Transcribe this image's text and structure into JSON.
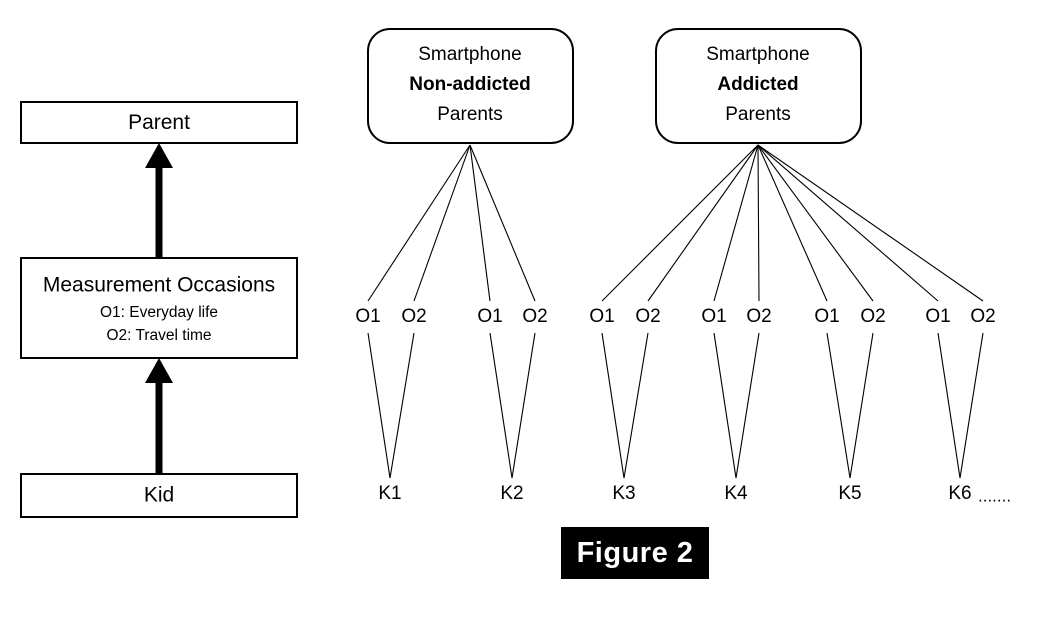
{
  "figure": {
    "caption": "Figure 2"
  },
  "left_panel": {
    "boxes": [
      {
        "id": "parent",
        "title": "Parent",
        "sublines": []
      },
      {
        "id": "measurement-occasions",
        "title": "Measurement Occasions",
        "sublines": [
          "O1: Everyday life",
          "O2: Travel time"
        ]
      },
      {
        "id": "kid",
        "title": "Kid",
        "sublines": []
      }
    ],
    "arrows": [
      {
        "from": "kid",
        "to": "measurement-occasions",
        "direction": "up"
      },
      {
        "from": "measurement-occasions",
        "to": "parent",
        "direction": "up"
      }
    ]
  },
  "right_panel": {
    "groups": [
      {
        "id": "non-addicted",
        "line1": "Smartphone",
        "line2": "Non-addicted",
        "line3": "Parents",
        "kids": [
          {
            "label": "K1",
            "occasions": [
              "O1",
              "O2"
            ]
          },
          {
            "label": "K2",
            "occasions": [
              "O1",
              "O2"
            ]
          }
        ]
      },
      {
        "id": "addicted",
        "line1": "Smartphone",
        "line2": "Addicted",
        "line3": "Parents",
        "kids": [
          {
            "label": "K3",
            "occasions": [
              "O1",
              "O2"
            ]
          },
          {
            "label": "K4",
            "occasions": [
              "O1",
              "O2"
            ]
          },
          {
            "label": "K5",
            "occasions": [
              "O1",
              "O2"
            ]
          },
          {
            "label": "K6",
            "occasions": [
              "O1",
              "O2"
            ]
          }
        ]
      }
    ],
    "continuation_mark": "......."
  },
  "colors": {
    "stroke": "#000000",
    "fill": "#ffffff",
    "caption_background": "#000000",
    "caption_text": "#ffffff"
  }
}
